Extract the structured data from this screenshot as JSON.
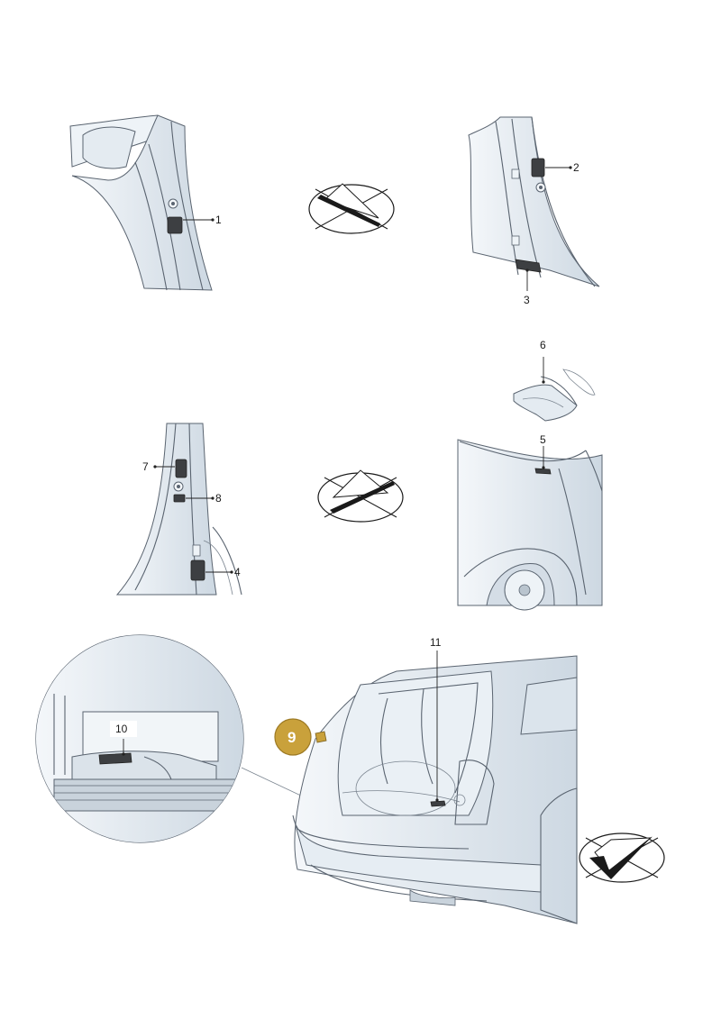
{
  "callouts": [
    {
      "id": "c1",
      "label": "1"
    },
    {
      "id": "c2",
      "label": "2"
    },
    {
      "id": "c3",
      "label": "3"
    },
    {
      "id": "c4",
      "label": "4"
    },
    {
      "id": "c5",
      "label": "5"
    },
    {
      "id": "c6",
      "label": "6"
    },
    {
      "id": "c7",
      "label": "7"
    },
    {
      "id": "c8",
      "label": "8"
    },
    {
      "id": "c10",
      "label": "10"
    },
    {
      "id": "c11",
      "label": "11"
    }
  ],
  "badge": {
    "label": "9",
    "color": "#c9a13b"
  },
  "icons": [
    "incorrect-application-icon",
    "incorrect-application-icon",
    "correct-application-icon"
  ],
  "colors": {
    "pad": "#3d3f42",
    "body_fill": "#e4ebf1",
    "line": "#5a6470"
  }
}
